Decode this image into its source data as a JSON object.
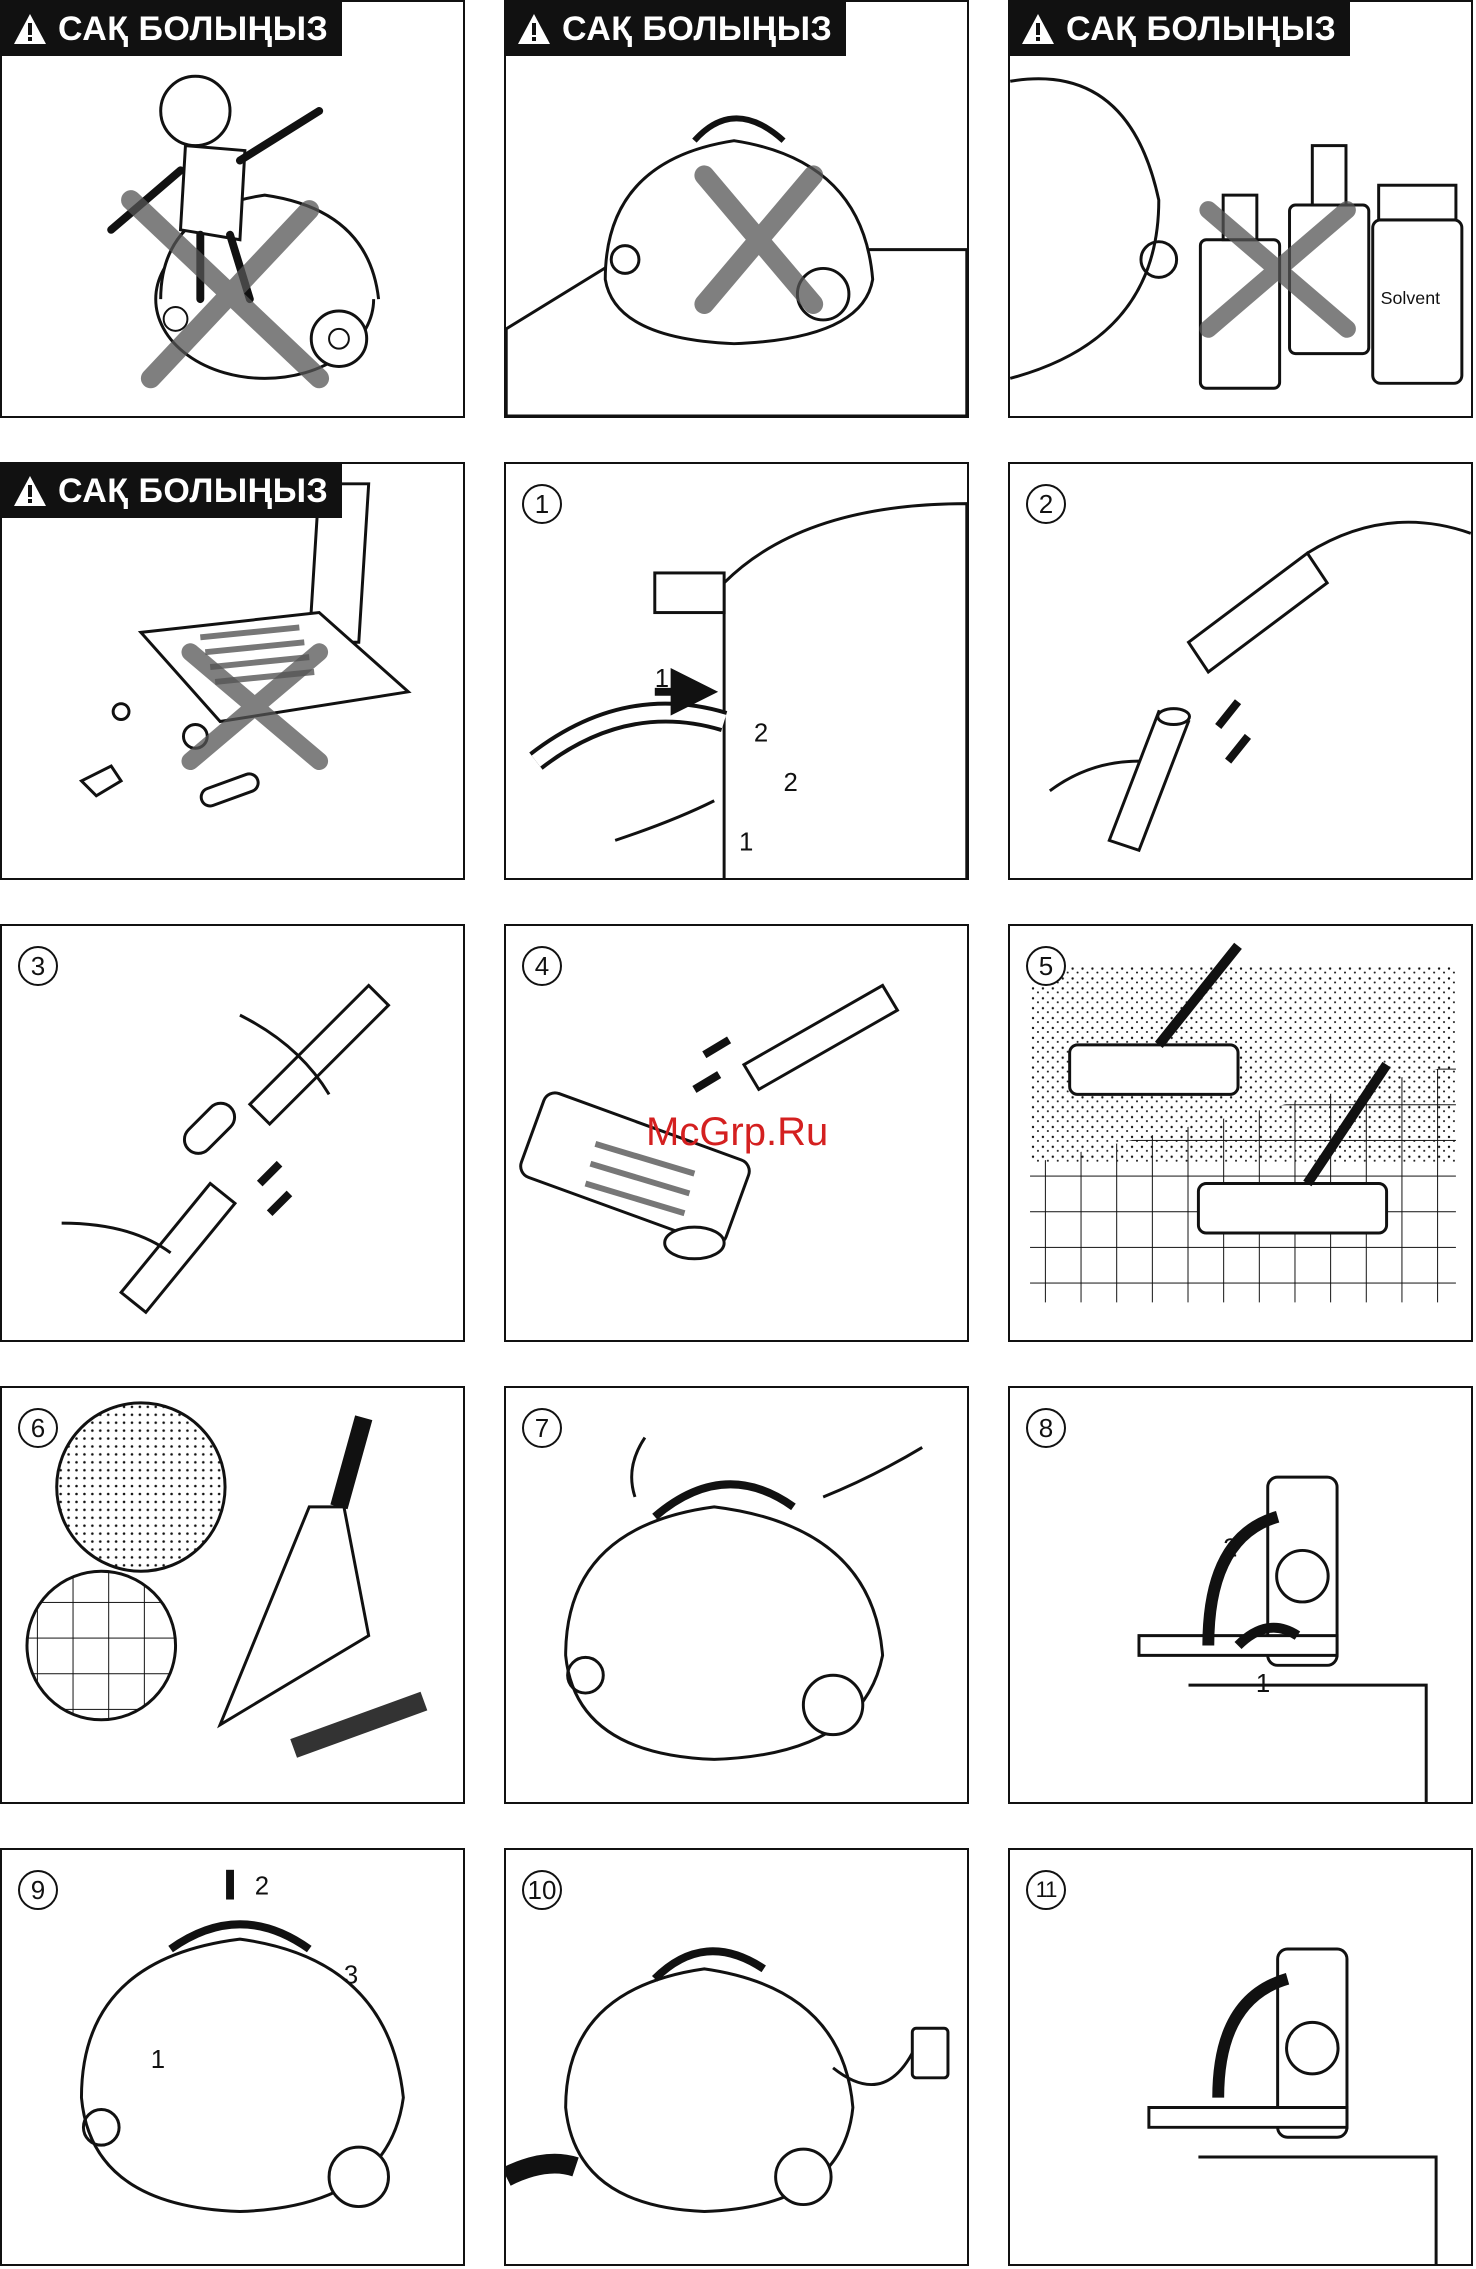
{
  "warning_label": "САҚ БОЛЫҢЫЗ",
  "solvent_label": "Solvent",
  "watermark": "McGrp.Ru",
  "steps": [
    "1",
    "2",
    "3",
    "4",
    "5",
    "6",
    "7",
    "8",
    "9",
    "10",
    "11"
  ],
  "callouts": {
    "s1_a": "1",
    "s1_b": "2",
    "s1_c": "2",
    "s1_d": "1",
    "s8_a": "2",
    "s8_b": "1",
    "s9_a": "2",
    "s9_b": "3",
    "s9_c": "1"
  }
}
